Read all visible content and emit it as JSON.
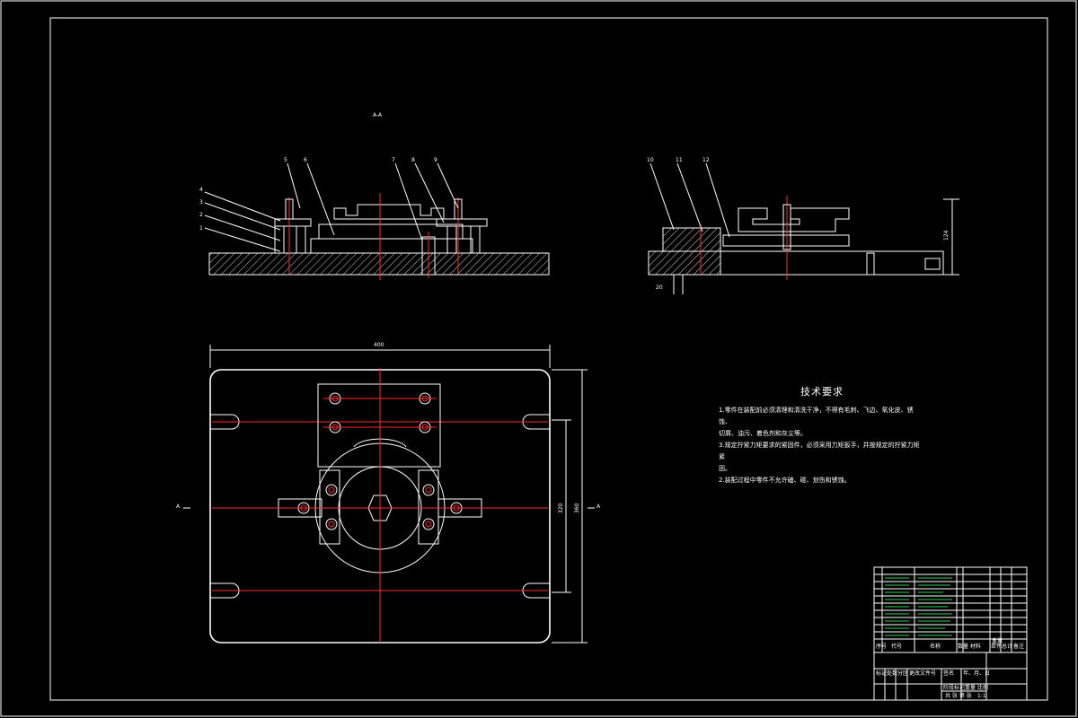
{
  "section_label": "A-A",
  "callouts_front": [
    "5",
    "6",
    "7",
    "8",
    "9",
    "4",
    "3",
    "2",
    "1"
  ],
  "callouts_side": [
    "10",
    "11",
    "12"
  ],
  "dims": {
    "overall_width": "400",
    "side_height": "124",
    "inner_height": "320",
    "outer_height": "360",
    "small": "20"
  },
  "section_marks": {
    "left": "A",
    "right": "A"
  },
  "tech_requirements": {
    "title": "技术要求",
    "items": [
      "1.零件在装配前必须清理和清洗干净，不得有毛刺、飞边、氧化皮、锈蚀、",
      "切屑、油污、着色剂和灰尘等。",
      "2.装配过程中零件不允许磕、碰、划伤和锈蚀。",
      "3.规定拧紧力矩要求的紧固件，必须采用力矩扳手，并按规定的拧紧力矩紧",
      "固。"
    ]
  },
  "title_block": {
    "headers": [
      "序号",
      "代号",
      "名称",
      "数量",
      "材料",
      "单件",
      "总计",
      "备注"
    ],
    "weight_label": "重量",
    "sign_cols": [
      "标记",
      "处数",
      "分区",
      "更改文件号",
      "签名",
      "年、月、日"
    ],
    "bottom_labels": [
      "阶段标记",
      "重量",
      "比例"
    ],
    "scale": "1:1",
    "sheet": "共  张  第  张"
  }
}
